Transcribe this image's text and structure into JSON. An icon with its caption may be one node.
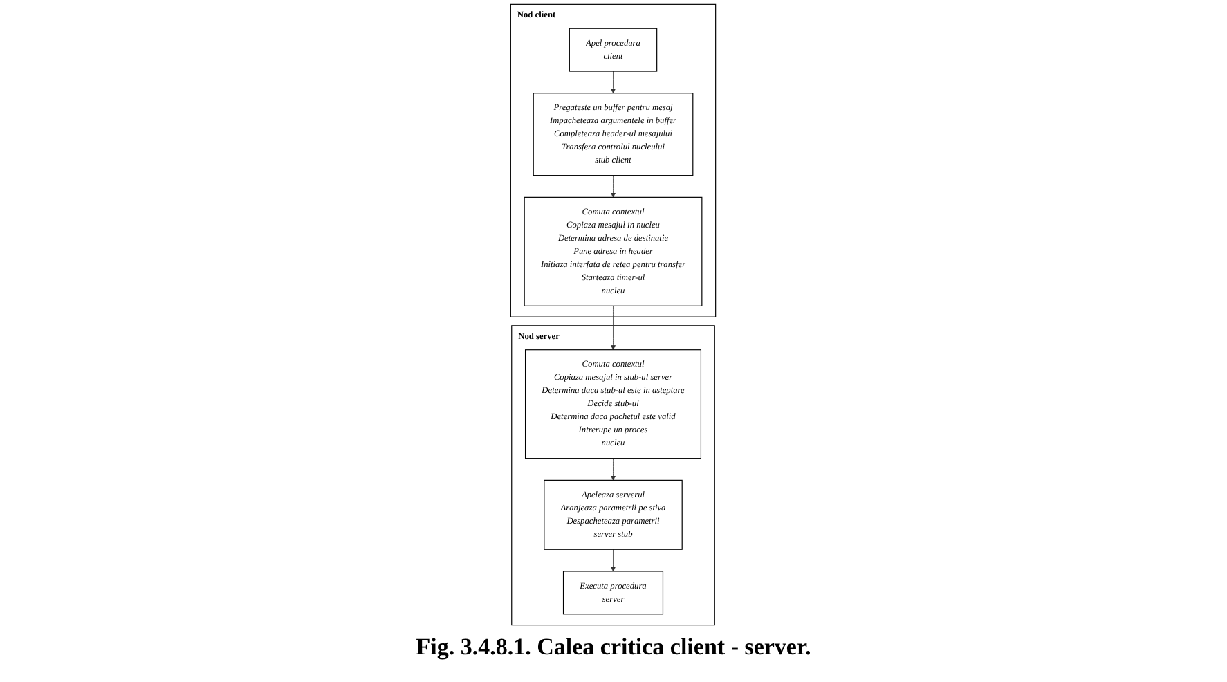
{
  "diagram": {
    "caption": "Fig. 3.4.8.1. Calea critica client - server.",
    "nodes": [
      {
        "text": [
          "Nod client"
        ]
      },
      {
        "text": [
          "Apel procedura",
          "client"
        ],
        "in": 0
      },
      {
        "text": [
          "Pregateste un buffer pentru mesaj",
          "Impacheteaza argumentele in buffer",
          "Completeaza header-ul mesajului",
          "Transfera controlul nucleului",
          "stub client"
        ],
        "in": 0
      },
      {
        "text": [
          "Comuta contextul",
          "Copiaza mesajul in nucleu",
          "Determina adresa de destinatie",
          "Pune adresa in header",
          "Initiaza interfata de retea pentru transfer",
          "Starteaza timer-ul",
          "nucleu"
        ],
        "in": 0
      },
      {
        "text": [
          "Nod server"
        ]
      },
      {
        "text": [
          "Executa procedura",
          "server"
        ],
        "in": 4
      },
      {
        "text": [
          "Apeleaza serverul",
          "Aranjeaza parametrii pe stiva",
          "Despacheteaza parametrii",
          "server stub"
        ],
        "in": 4
      },
      {
        "text": [
          "Comuta contextul",
          "Copiaza mesajul in stub-ul server",
          "Determina daca stub-ul este in asteptare",
          "Decide stub-ul",
          "Determina daca pachetul este valid",
          "Intrerupe un proces",
          "nucleu"
        ],
        "in": 4
      }
    ],
    "edges": [
      {
        "from": 1,
        "to": 2,
        "arrow": "to"
      },
      {
        "from": 2,
        "to": 3,
        "arrow": "to"
      },
      {
        "from": 3,
        "to": 7,
        "arrow": "to"
      },
      {
        "from": 7,
        "to": 6,
        "arrow": "to"
      },
      {
        "from": 6,
        "to": 5,
        "arrow": "to"
      }
    ]
  }
}
